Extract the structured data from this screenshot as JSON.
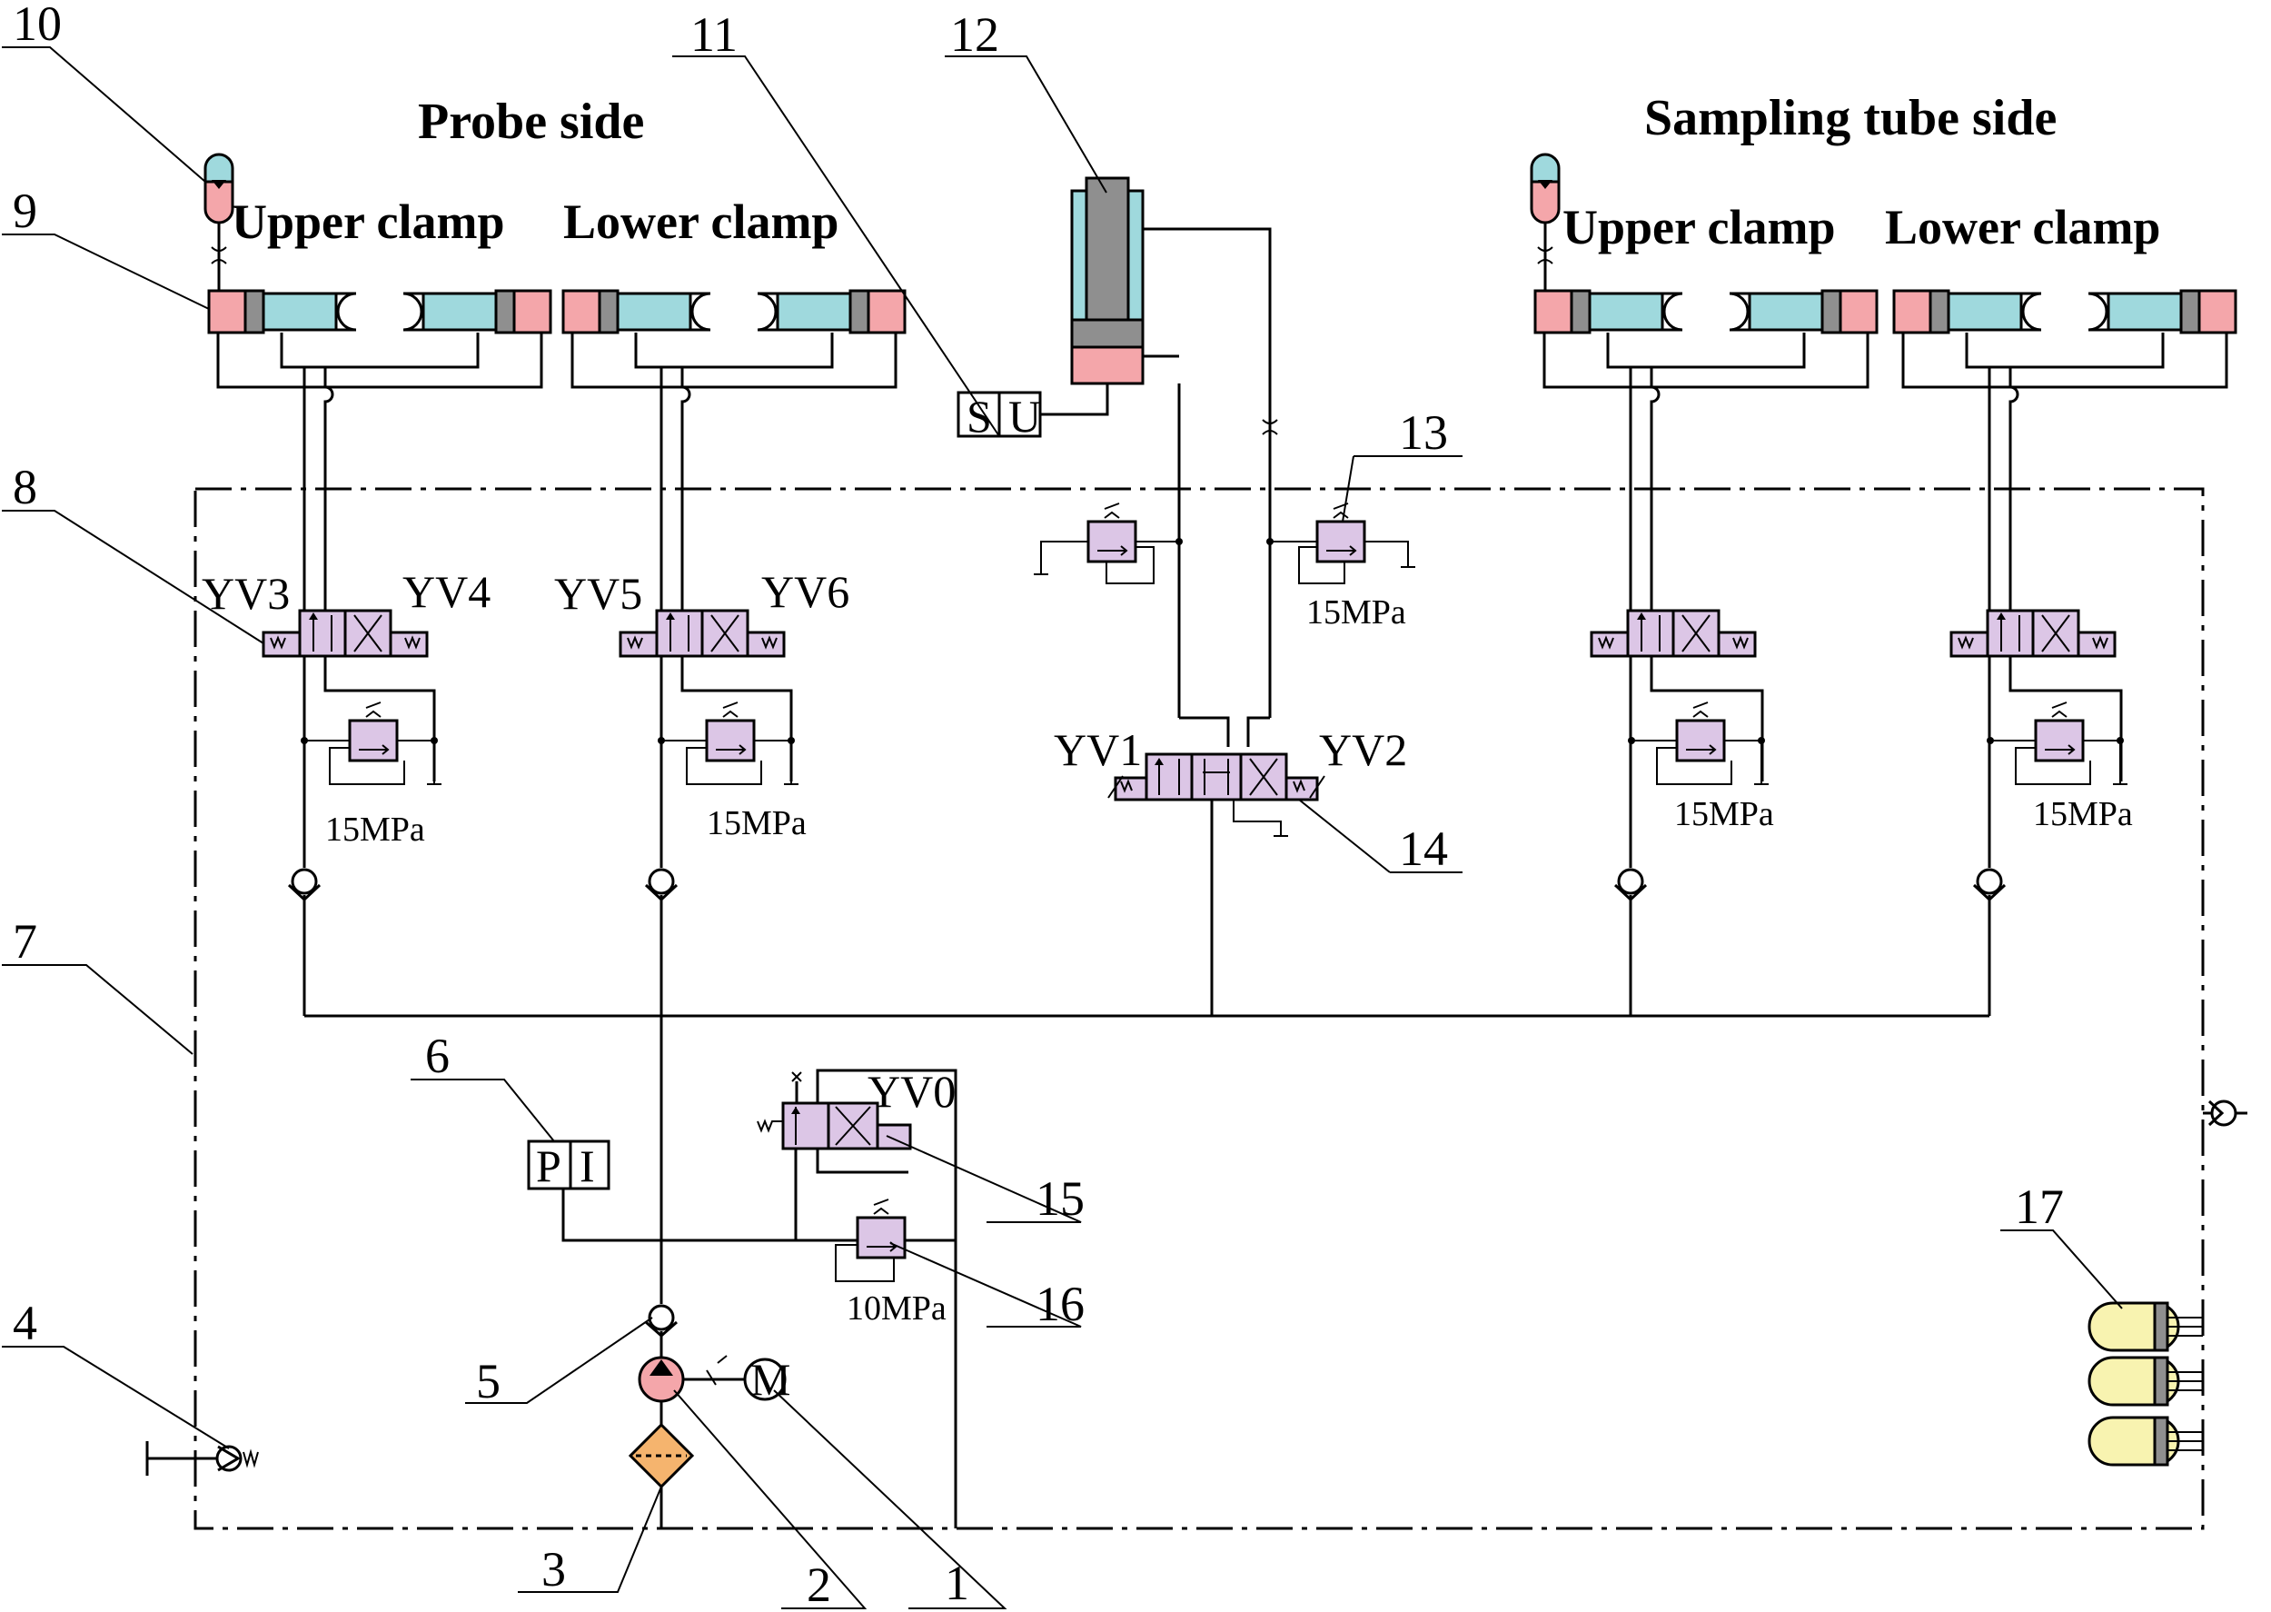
{
  "titles": {
    "probe_side": "Probe side",
    "sampling_side": "Sampling tube side"
  },
  "clamp_labels": {
    "probe_upper": "Upper clamp",
    "probe_lower": "Lower clamp",
    "sampling_upper": "Upper clamp",
    "sampling_lower": "Lower clamp"
  },
  "valve_signals": {
    "yv0": "YV0",
    "yv1": "YV1",
    "yv2": "YV2",
    "yv3": "YV3",
    "yv4": "YV4",
    "yv5": "YV5",
    "yv6": "YV6"
  },
  "pressures": {
    "relief_probe_upper": "15MPa",
    "relief_probe_lower": "15MPa",
    "relief_cylinder": "15MPa",
    "relief_sampling_upper": "15MPa",
    "relief_sampling_lower": "15MPa",
    "relief_main": "10MPa"
  },
  "instruments": {
    "pi_p": "P",
    "pi_i": "I",
    "su_s": "S",
    "su_u": "U",
    "motor": "M"
  },
  "callouts": [
    "1",
    "2",
    "3",
    "4",
    "5",
    "6",
    "7",
    "8",
    "9",
    "10",
    "11",
    "12",
    "13",
    "14",
    "15",
    "16",
    "17"
  ],
  "colors": {
    "rod_side": "#f4a6aa",
    "piston": "#9fd9dd",
    "valve": "#dcc6e6",
    "filter": "#f5b46e",
    "accumulator": "#f8f3b0"
  }
}
